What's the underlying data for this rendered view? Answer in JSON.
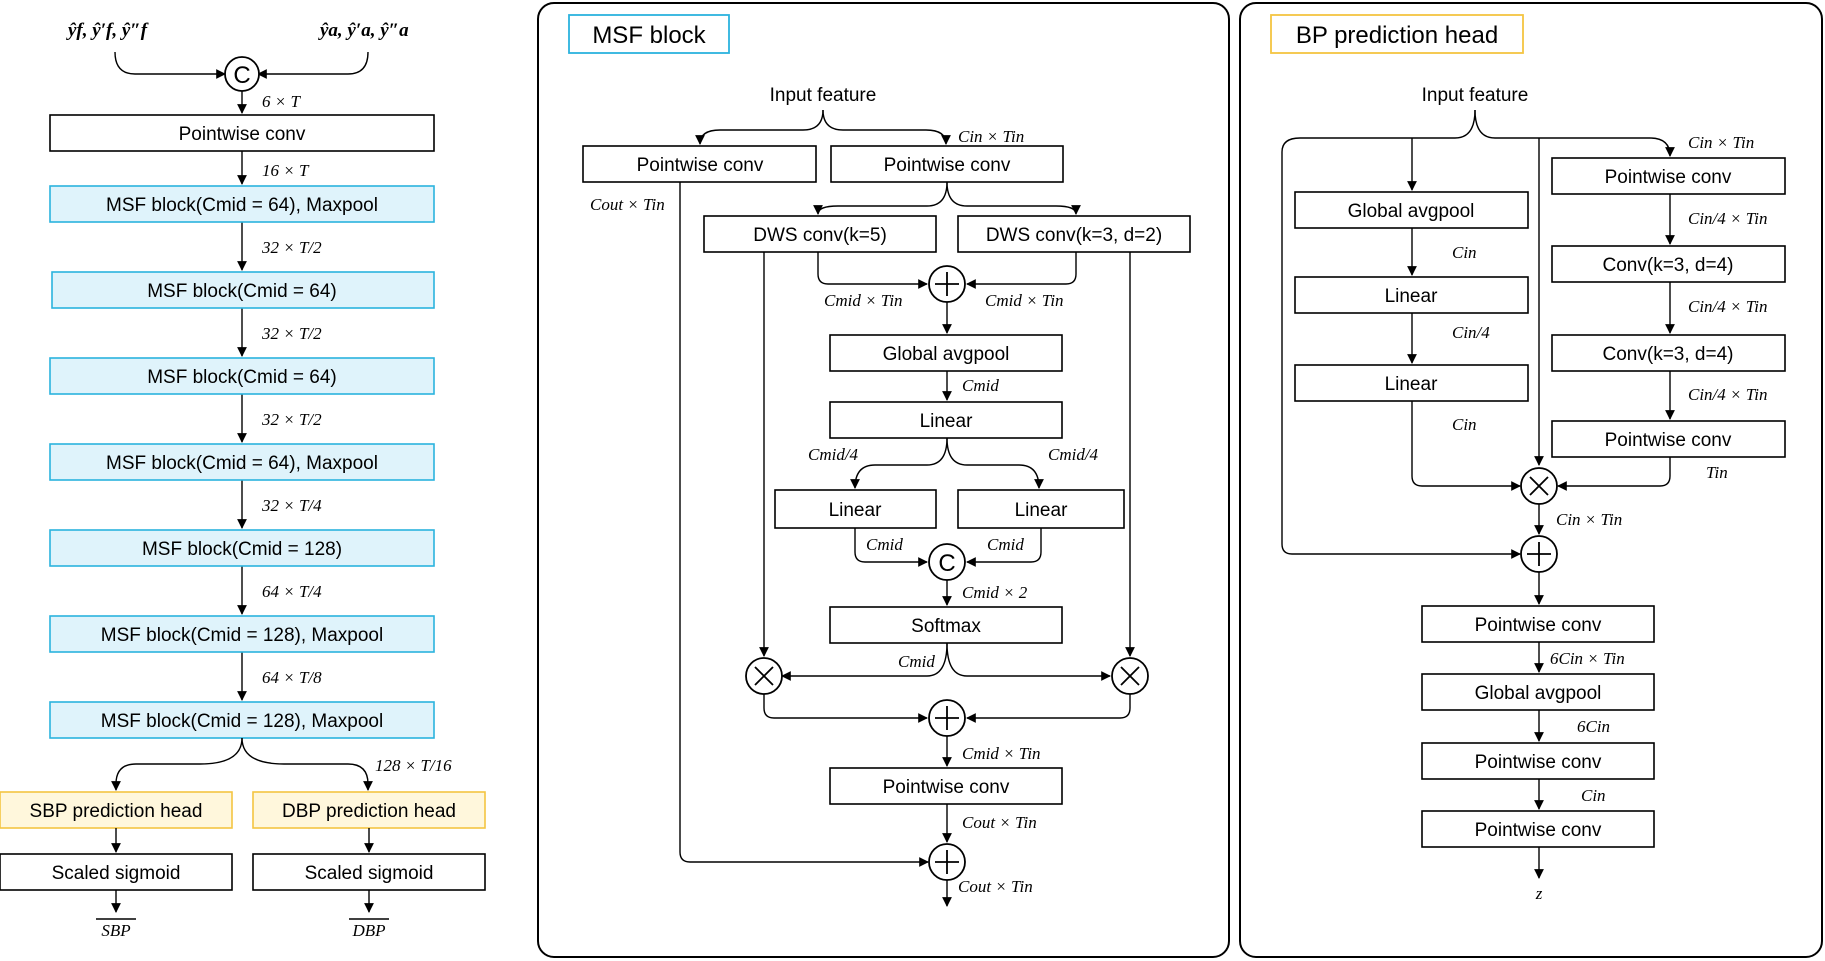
{
  "left": {
    "input_left": "ŷf, ŷ′f, ŷ″f",
    "input_right": "ŷa, ŷ′a, ŷ″a",
    "concat_symbol": "C",
    "dims": [
      "6 × T",
      "16 × T",
      "32 × T/2",
      "32 × T/2",
      "32 × T/2",
      "32 × T/4",
      "64 × T/4",
      "64 × T/8",
      "128 × T/16"
    ],
    "blocks": [
      "Pointwise conv",
      "MSF block(Cmid = 64), Maxpool",
      "MSF block(Cmid = 64)",
      "MSF block(Cmid = 64)",
      "MSF block(Cmid = 64), Maxpool",
      "MSF block(Cmid = 128)",
      "MSF block(Cmid = 128), Maxpool",
      "MSF block(Cmid = 128), Maxpool"
    ],
    "sbp_head": "SBP prediction head",
    "dbp_head": "DBP prediction head",
    "sig1": "Scaled sigmoid",
    "sig2": "Scaled sigmoid",
    "out_sbp": "SBP",
    "out_dbp": "DBP"
  },
  "msf": {
    "title": "MSF block",
    "input": "Input feature",
    "pw1": "Pointwise conv",
    "pw2": "Pointwise conv",
    "cin_tin": "Cin × Tin",
    "cout_tin": "Cout × Tin",
    "dws1": "DWS conv(k=5)",
    "dws2": "DWS conv(k=3, d=2)",
    "cmid_tin_l": "Cmid × Tin",
    "cmid_tin_r": "Cmid × Tin",
    "gap": "Global avgpool",
    "cmid_1": "Cmid",
    "linear": "Linear",
    "cmid4_l": "Cmid/4",
    "cmid4_r": "Cmid/4",
    "lin_l": "Linear",
    "lin_r": "Linear",
    "cmid_l": "Cmid",
    "cmid_r": "Cmid",
    "concat": "C",
    "cmid_x2": "Cmid × 2",
    "softmax": "Softmax",
    "cmid_2": "Cmid",
    "cmid_tin_3": "Cmid × Tin",
    "pw3": "Pointwise conv",
    "cout_tin_2": "Cout × Tin",
    "cout_tin_3": "Cout × Tin"
  },
  "bp": {
    "title": "BP prediction head",
    "input": "Input feature",
    "cin_tin": "Cin × Tin",
    "gap": "Global avgpool",
    "cin_a": "Cin",
    "lin1": "Linear",
    "cin4_a": "Cin/4",
    "lin2": "Linear",
    "cin_b": "Cin",
    "pw1": "Pointwise conv",
    "cin4_tin_1": "Cin/4 × Tin",
    "conv1": "Conv(k=3, d=4)",
    "cin4_tin_2": "Cin/4 × Tin",
    "conv2": "Conv(k=3, d=4)",
    "cin4_tin_3": "Cin/4 × Tin",
    "pw2": "Pointwise conv",
    "tin": "Tin",
    "cin_tin_2": "Cin × Tin",
    "pw3": "Pointwise conv",
    "six_cin_tin": "6Cin × Tin",
    "gap2": "Global avgpool",
    "six_cin": "6Cin",
    "pw4": "Pointwise conv",
    "cin_c": "Cin",
    "pw5": "Pointwise conv",
    "z": "z"
  }
}
